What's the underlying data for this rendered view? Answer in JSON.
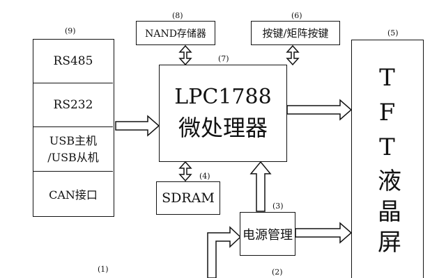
{
  "diagram": {
    "interface_group": {
      "tag": "(9)",
      "items": [
        "RS485",
        "RS232",
        "USB主机\n/USB从机",
        "CAN接口"
      ]
    },
    "nand": {
      "tag": "(8)",
      "label": "NAND存储器"
    },
    "keys": {
      "tag": "(6)",
      "label": "按键/矩阵按键"
    },
    "cpu": {
      "tag": "(7)",
      "line1": "LPC1788",
      "line2": "微处理器"
    },
    "sdram": {
      "tag": "(4)",
      "label": "SDRAM"
    },
    "power": {
      "tag": "(3)",
      "label": "电源管理"
    },
    "tft": {
      "tag": "(5)",
      "label": "TFT液晶屏"
    },
    "bottom_tags": [
      "(1)",
      "(2)"
    ]
  }
}
